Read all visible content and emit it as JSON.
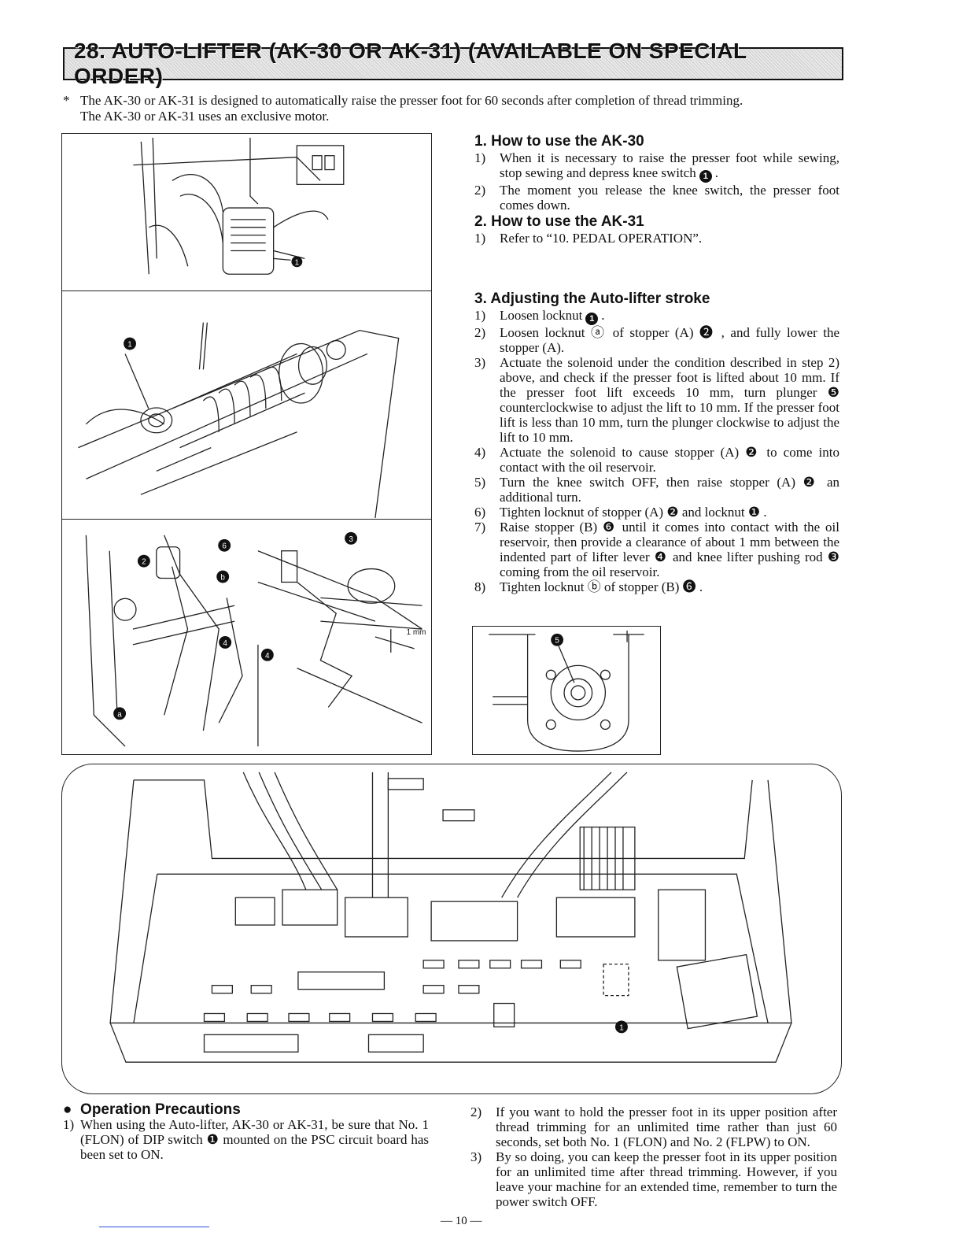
{
  "title": "28. AUTO-LIFTER (AK-30 OR AK-31) (AVAILABLE ON SPECIAL ORDER)",
  "intro": {
    "star": "*",
    "line1": "The AK-30 or AK-31 is designed to automatically raise the presser foot for 60 seconds after completion of thread trimming.",
    "line2": "The AK-30 or AK-31 uses an exclusive motor."
  },
  "section1": {
    "heading": "1. How to use the AK-30",
    "steps": [
      {
        "num": "1)",
        "text": "When it is necessary to raise the presser foot while sewing, stop sewing and depress knee switch",
        "badge": "1",
        "tail": "."
      },
      {
        "num": "2)",
        "text": "The moment you release the knee switch, the presser foot comes down."
      }
    ]
  },
  "section2": {
    "heading": "2. How to use the AK-31",
    "steps": [
      {
        "num": "1)",
        "text": "Refer to “10. PEDAL OPERATION”."
      }
    ]
  },
  "section3": {
    "heading": "3. Adjusting the Auto-lifter stroke",
    "steps": [
      {
        "num": "1)",
        "text": "Loosen locknut",
        "badge": "1",
        "tail": "."
      },
      {
        "num": "2)",
        "text": "Loosen locknut ⓐ of stopper (A) ❷ , and fully lower the stopper (A)."
      },
      {
        "num": "3)",
        "text": "Actuate the solenoid under the condition described in step 2) above, and check if the presser foot is lifted about 10 mm. If the presser foot lift exceeds 10 mm, turn plunger ❺ counterclockwise to adjust the lift to 10 mm. If the presser foot lift is less than 10 mm, turn the plunger clockwise to adjust the lift to 10 mm."
      },
      {
        "num": "4)",
        "text": "Actuate the solenoid to cause stopper (A) ❷ to come into contact with the oil reservoir."
      },
      {
        "num": "5)",
        "text": "Turn the knee switch OFF, then raise stopper (A) ❷ an additional turn."
      },
      {
        "num": "6)",
        "text": "Tighten locknut of stopper (A) ❷ and locknut ❶ ."
      },
      {
        "num": "7)",
        "text": "Raise stopper (B) ❻ until it comes into contact with the oil reservoir, then provide a clearance of about 1 mm between the indented part of lifter lever ❹ and knee lifter pushing rod ❸ coming from the oil reservoir."
      },
      {
        "num": "8)",
        "text": "Tighten locknut ⓑ of stopper (B) ❻ ."
      }
    ]
  },
  "figures": {
    "fig_labels": {
      "one": "1",
      "two": "2",
      "three": "3",
      "four": "4",
      "five": "5",
      "six": "6",
      "a": "a",
      "b": "b"
    },
    "mm_label": "1 mm"
  },
  "precautions": {
    "heading": "Operation Precautions",
    "bullet": "●",
    "steps": [
      {
        "num": "1)",
        "text": "When using the Auto-lifter, AK-30 or AK-31, be sure that No. 1 (FLON) of DIP switch ❶ mounted on the PSC circuit board has been set to ON."
      },
      {
        "num": "2)",
        "text": "If you want to hold the presser foot in its upper position after thread trimming for an unlimited time rather than just 60 seconds, set both No. 1 (FLON) and No. 2 (FLPW) to ON."
      },
      {
        "num": "3)",
        "text": "By so doing, you can keep the presser foot in its upper position for an unlimited time after thread trimming. However, if you leave your machine for an extended time, remember to turn the power switch OFF."
      }
    ]
  },
  "page_number": "— 10 —"
}
